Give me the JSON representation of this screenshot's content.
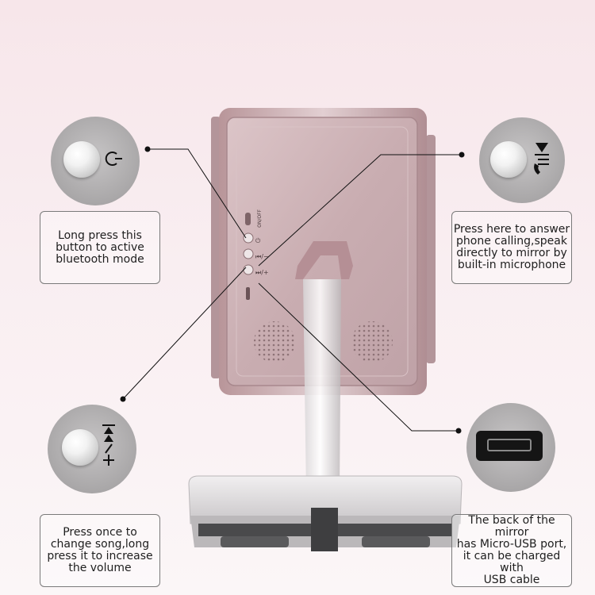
{
  "callouts": {
    "bluetooth": {
      "text": "Long press this\nbutton to active\nbluetooth mode",
      "icon": "power-icon"
    },
    "answer": {
      "text": "Press here to answer\nphone calling,speak\ndirectly to mirror by\nbuilt-in microphone",
      "icon": "play-pause-phone-icon"
    },
    "volume": {
      "text": "Press once to\nchange song,long\npress it to increase\nthe volume",
      "icon": "next-track-plus-icon"
    },
    "usb": {
      "text": "The back of the mirror\nhas Micro-USB port,\nit can be charged with\nUSB cable",
      "icon": "micro-usb-port-icon"
    }
  },
  "device": {
    "switch_label": "ON/OFF",
    "button_labels": [
      "⏻",
      "⏮/−",
      "⏭/+"
    ],
    "panel_color": "#c9adb1",
    "accent_color": "#b38c92"
  }
}
